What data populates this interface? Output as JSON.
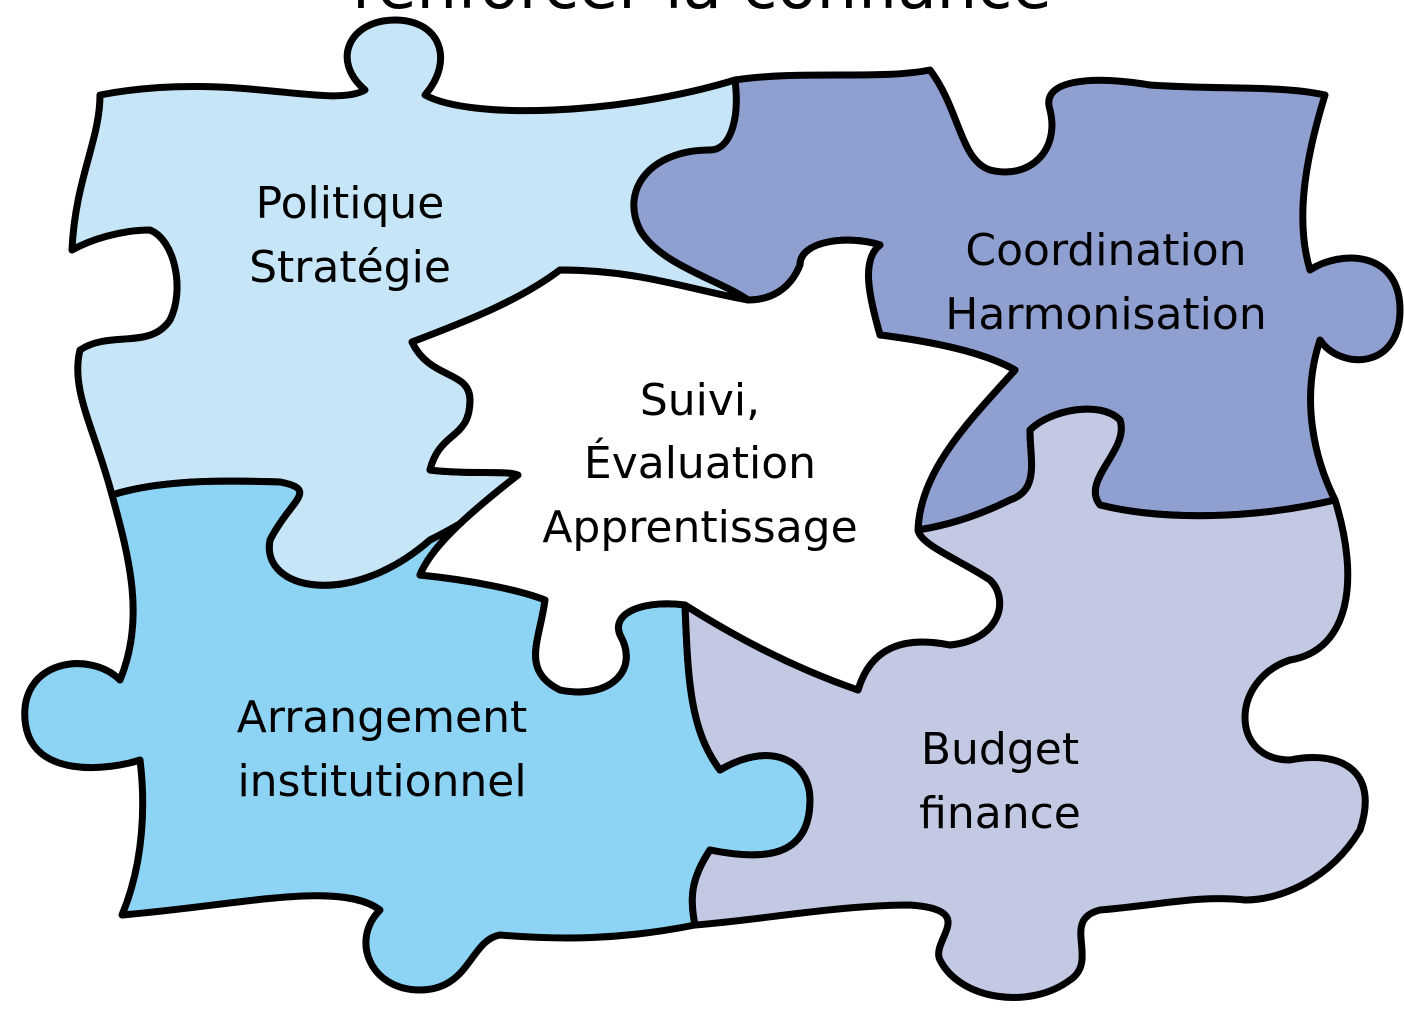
{
  "title": "renforcer la confiance",
  "pieces": {
    "politique": {
      "line1": "Politique",
      "line2": "Stratégie",
      "color": "#c6e6f7"
    },
    "coordination": {
      "line1": "Coordination",
      "line2": "Harmonisation",
      "color": "#8f9fd0"
    },
    "suivi": {
      "line1": "Suivi,",
      "line2": "Évaluation",
      "line3": "Apprentissage",
      "color": "#ffffff"
    },
    "arrangement": {
      "line1": "Arrangement",
      "line2": "institutionnel",
      "color": "#8dd3f4"
    },
    "budget": {
      "line1": "Budget",
      "line2": "finance",
      "color": "#c3c8e3"
    }
  }
}
